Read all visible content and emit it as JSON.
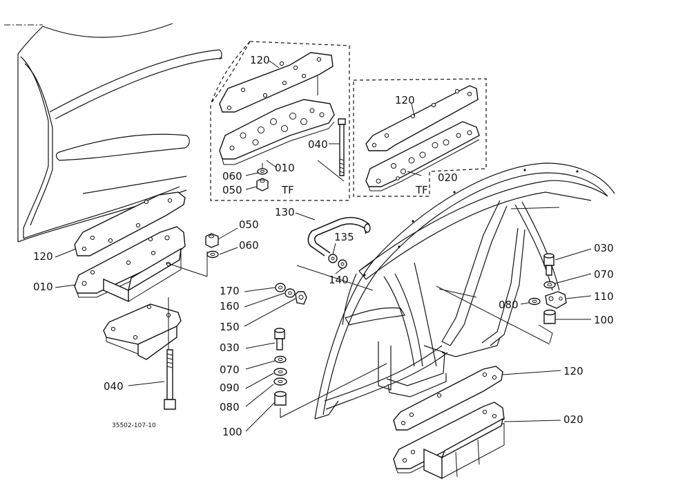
{
  "colors": {
    "ink": "#111111",
    "paper": "#ffffff"
  },
  "drawing_code": "35502-107-10",
  "tf_label": "TF",
  "callouts": {
    "p120_top_kit": "120",
    "p010_top_kit": "010",
    "p060_top_kit": "060",
    "p050_top_kit": "050",
    "p040_top_kit": "040",
    "p120_right_kit": "120",
    "p020_right_kit": "020",
    "p120_left": "120",
    "p010_left": "010",
    "p050_left": "050",
    "p060_left": "060",
    "p040_left": "040",
    "p130": "130",
    "p135": "135",
    "p140": "140",
    "p170": "170",
    "p160": "160",
    "p150": "150",
    "p030_center": "030",
    "p070_center": "070",
    "p090_center": "090",
    "p080_center": "080",
    "p100_center": "100",
    "p030_right": "030",
    "p070_right": "070",
    "p110_right": "110",
    "p080_right": "080",
    "p100_right": "100",
    "p120_lower_right": "120",
    "p020_lower_right": "020"
  }
}
